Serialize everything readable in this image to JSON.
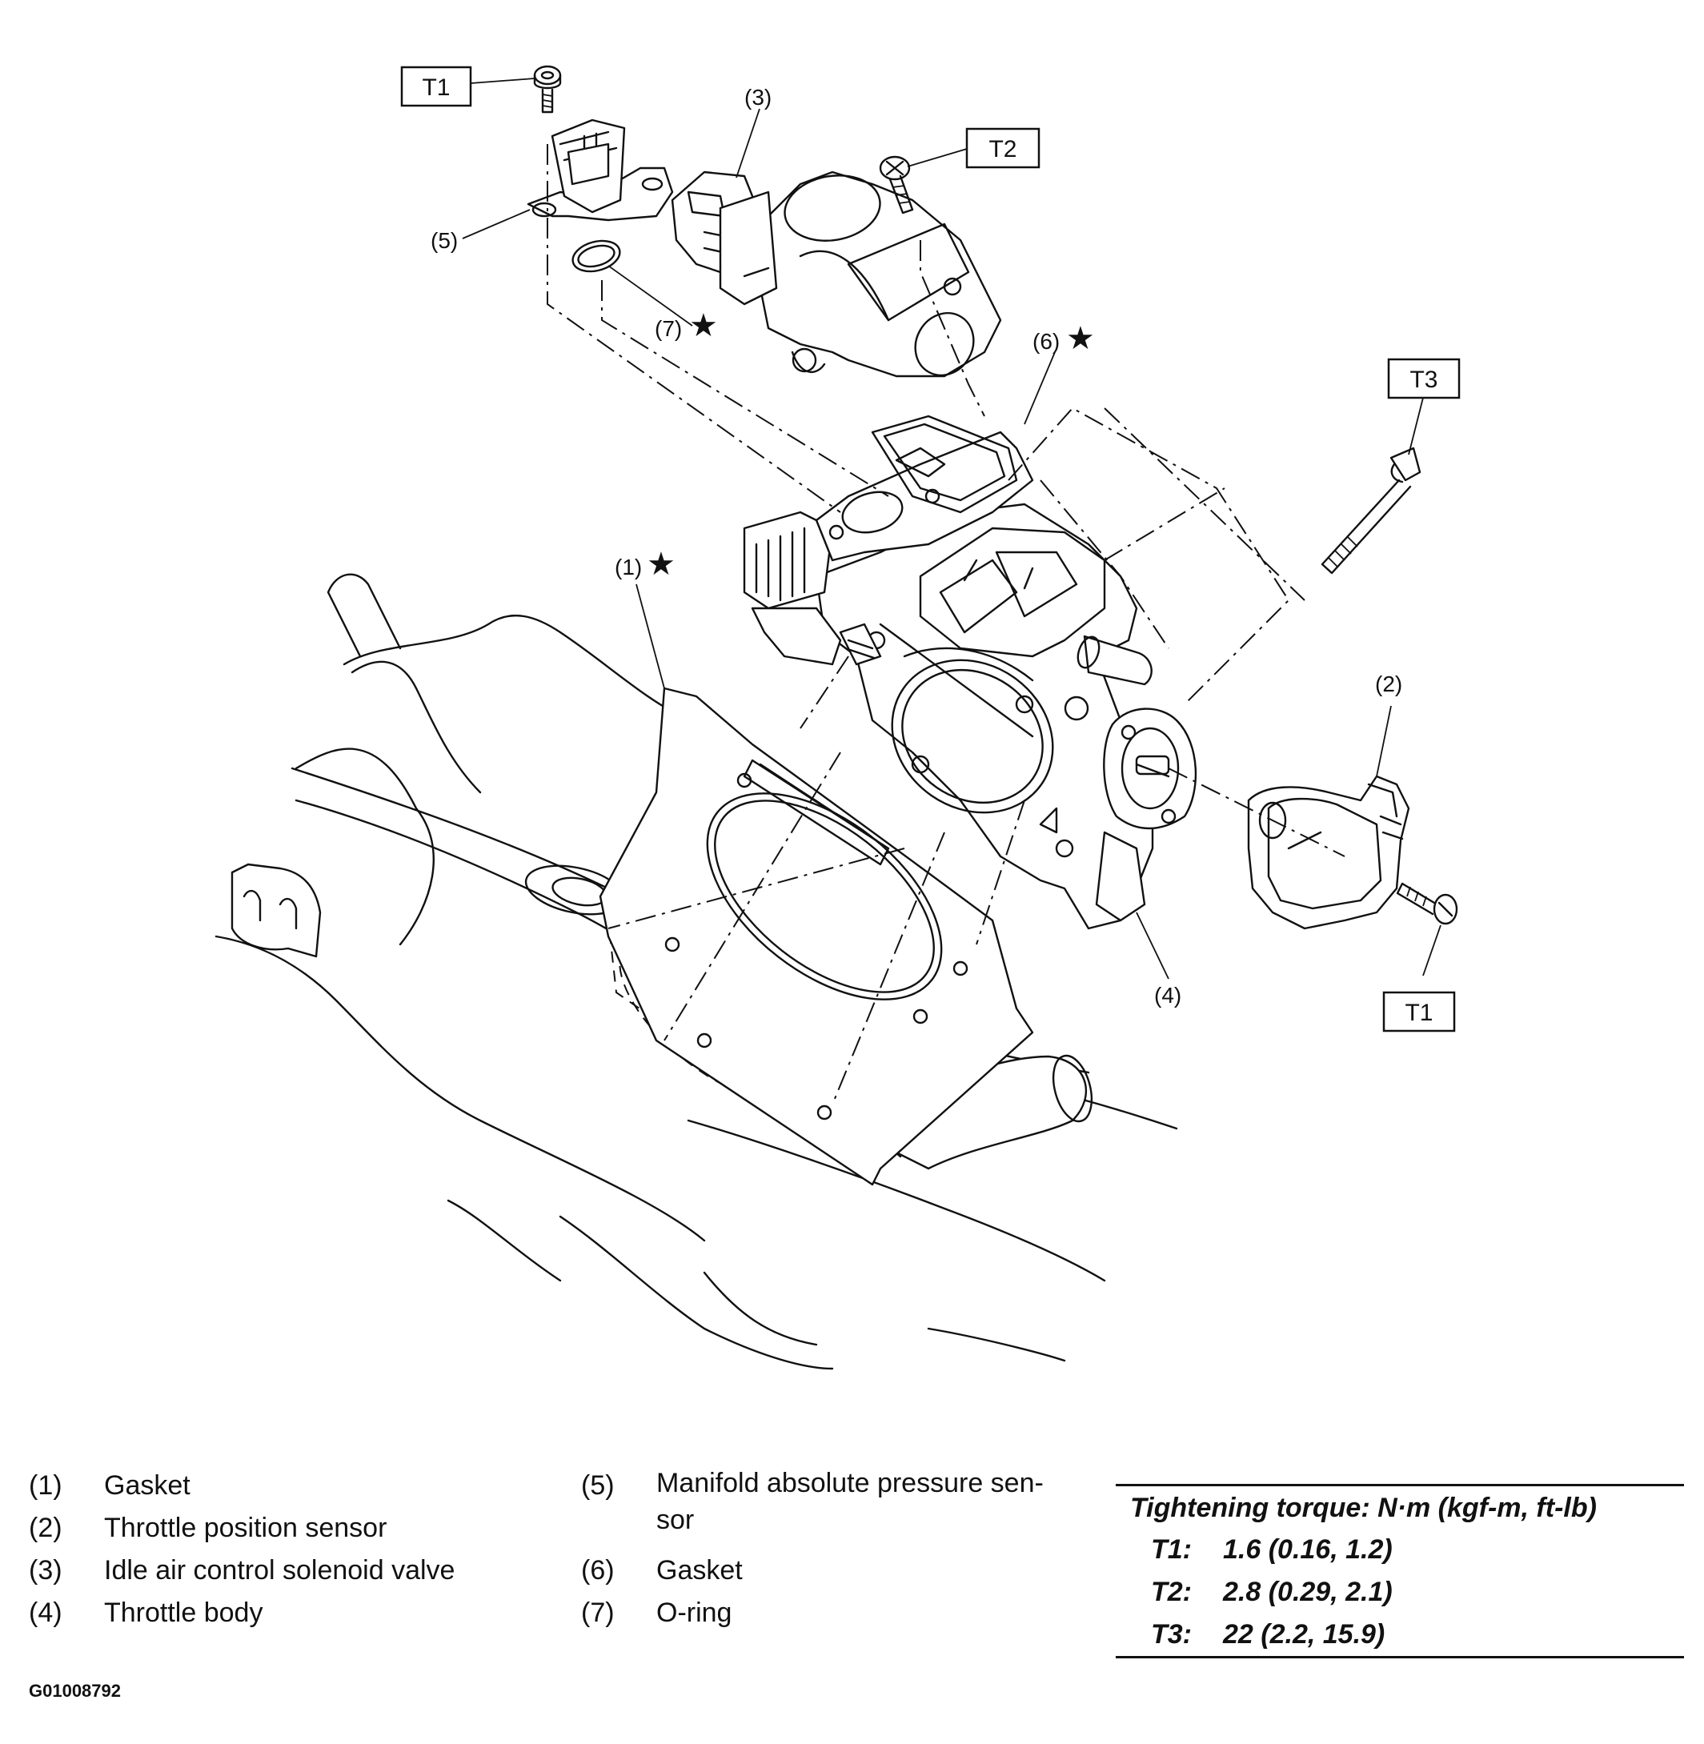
{
  "diagram": {
    "callouts": {
      "c1": "(1)",
      "c2": "(2)",
      "c3": "(3)",
      "c4": "(4)",
      "c5": "(5)",
      "c6": "(6)",
      "c7": "(7)"
    },
    "star_symbol": "★",
    "torque_tags": {
      "t1_top": "T1",
      "t2": "T2",
      "t3": "T3",
      "t1_bottom": "T1"
    }
  },
  "legend": {
    "left_column": [
      {
        "num": "(1)",
        "text": "Gasket"
      },
      {
        "num": "(2)",
        "text": "Throttle position sensor"
      },
      {
        "num": "(3)",
        "text": "Idle air control solenoid valve"
      },
      {
        "num": "(4)",
        "text": "Throttle body"
      }
    ],
    "right_column": [
      {
        "num": "(5)",
        "text": "Manifold absolute pressure sen-sor"
      },
      {
        "num": "(6)",
        "text": "Gasket"
      },
      {
        "num": "(7)",
        "text": "O-ring"
      }
    ]
  },
  "torque_table": {
    "heading": "Tightening torque: N·m (kgf-m, ft-lb)",
    "rows": [
      {
        "key": "T1:",
        "value": "1.6 (0.16, 1.2)"
      },
      {
        "key": "T2:",
        "value": "2.8 (0.29, 2.1)"
      },
      {
        "key": "T3:",
        "value": "22 (2.2, 15.9)"
      }
    ]
  },
  "figure_id": "G01008792"
}
